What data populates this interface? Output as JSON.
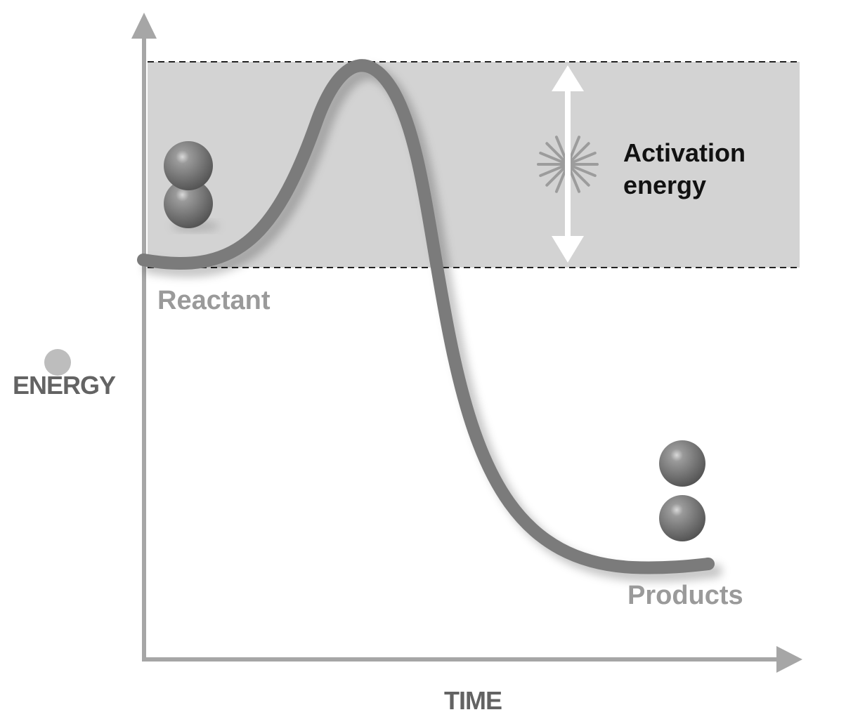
{
  "diagram": {
    "y_axis_label": "ENERGY",
    "x_axis_label": "TIME",
    "reactant_label": "Reactant",
    "products_label": "Products",
    "activation_energy_label": [
      "Activation",
      "energy"
    ]
  },
  "colors": {
    "axis": "#a6a6a6",
    "curve": "#7b7b7b",
    "band": "#d3d3d3",
    "dashed_line": "#222222",
    "arrow": "#ffffff",
    "starburst": "#9c9c9c",
    "molecule": "#6f6f6f",
    "label_muted": "#9a9a9a",
    "label_dark": "#111111"
  },
  "icons": [
    "energy-dot-icon",
    "reactant-molecule-icon",
    "product-atom-icon",
    "starburst-icon",
    "double-arrow-icon"
  ]
}
